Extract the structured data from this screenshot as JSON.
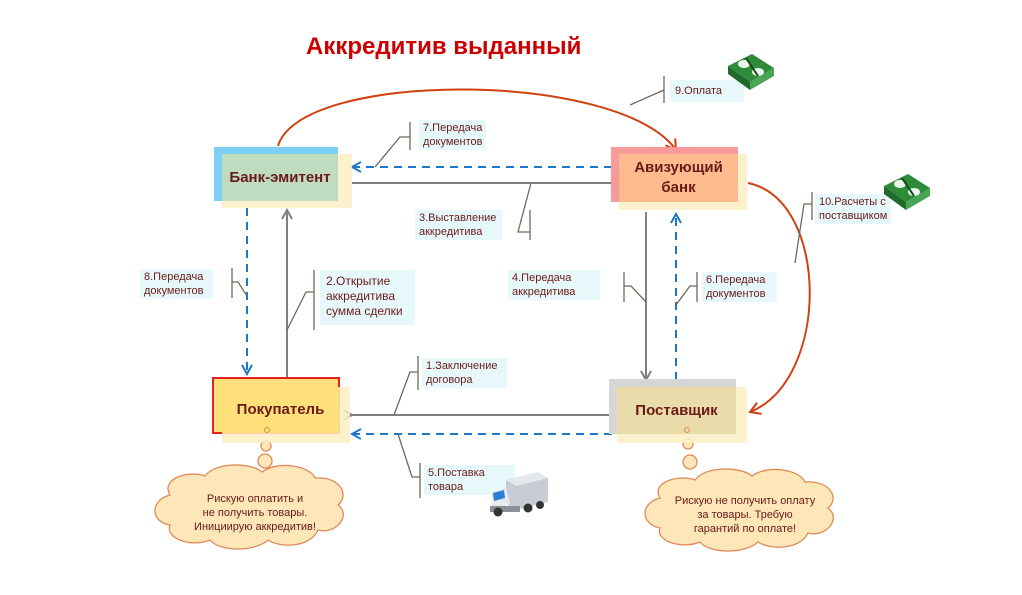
{
  "title": "Аккредитив выданный",
  "nodes": {
    "issuer_bank": "Банк-эмитент",
    "advising_bank_line1": "Авизующий",
    "advising_bank_line2": "банк",
    "buyer": "Покупатель",
    "supplier": "Поставщик"
  },
  "labels": {
    "step1": [
      "1.Заключение",
      "договора"
    ],
    "step2": [
      "2.Открытие",
      "аккредитива",
      "сумма сделки"
    ],
    "step3": [
      "3.Выставление",
      "аккредитива"
    ],
    "step4": [
      "4.Передача",
      "аккредитива"
    ],
    "step5": [
      "5.Поставка",
      "товара"
    ],
    "step6": [
      "6.Передача",
      "документов"
    ],
    "step7": [
      "7.Передача",
      "документов"
    ],
    "step8": [
      "8.Передача",
      "документов"
    ],
    "step9": [
      "9.Оплата"
    ],
    "step10": [
      "10.Расчеты  с",
      "поставщиком"
    ]
  },
  "thoughts": {
    "buyer": [
      "Рискую оплатить  и",
      "не получить  товары.",
      "Инициирую  аккредитив!"
    ],
    "supplier": [
      "Рискую не получить  оплату",
      "за товары.  Требую",
      "гарантий  по оплате!"
    ]
  },
  "icons": {
    "money": "money-stack-icon",
    "truck": "delivery-truck-icon"
  },
  "colors": {
    "title": "#cc0000",
    "solid_arrow": "#808080",
    "dashed_arrow": "#1f77c8",
    "payment_arrow": "#d04010",
    "label_bg": "#e6f8fa"
  }
}
